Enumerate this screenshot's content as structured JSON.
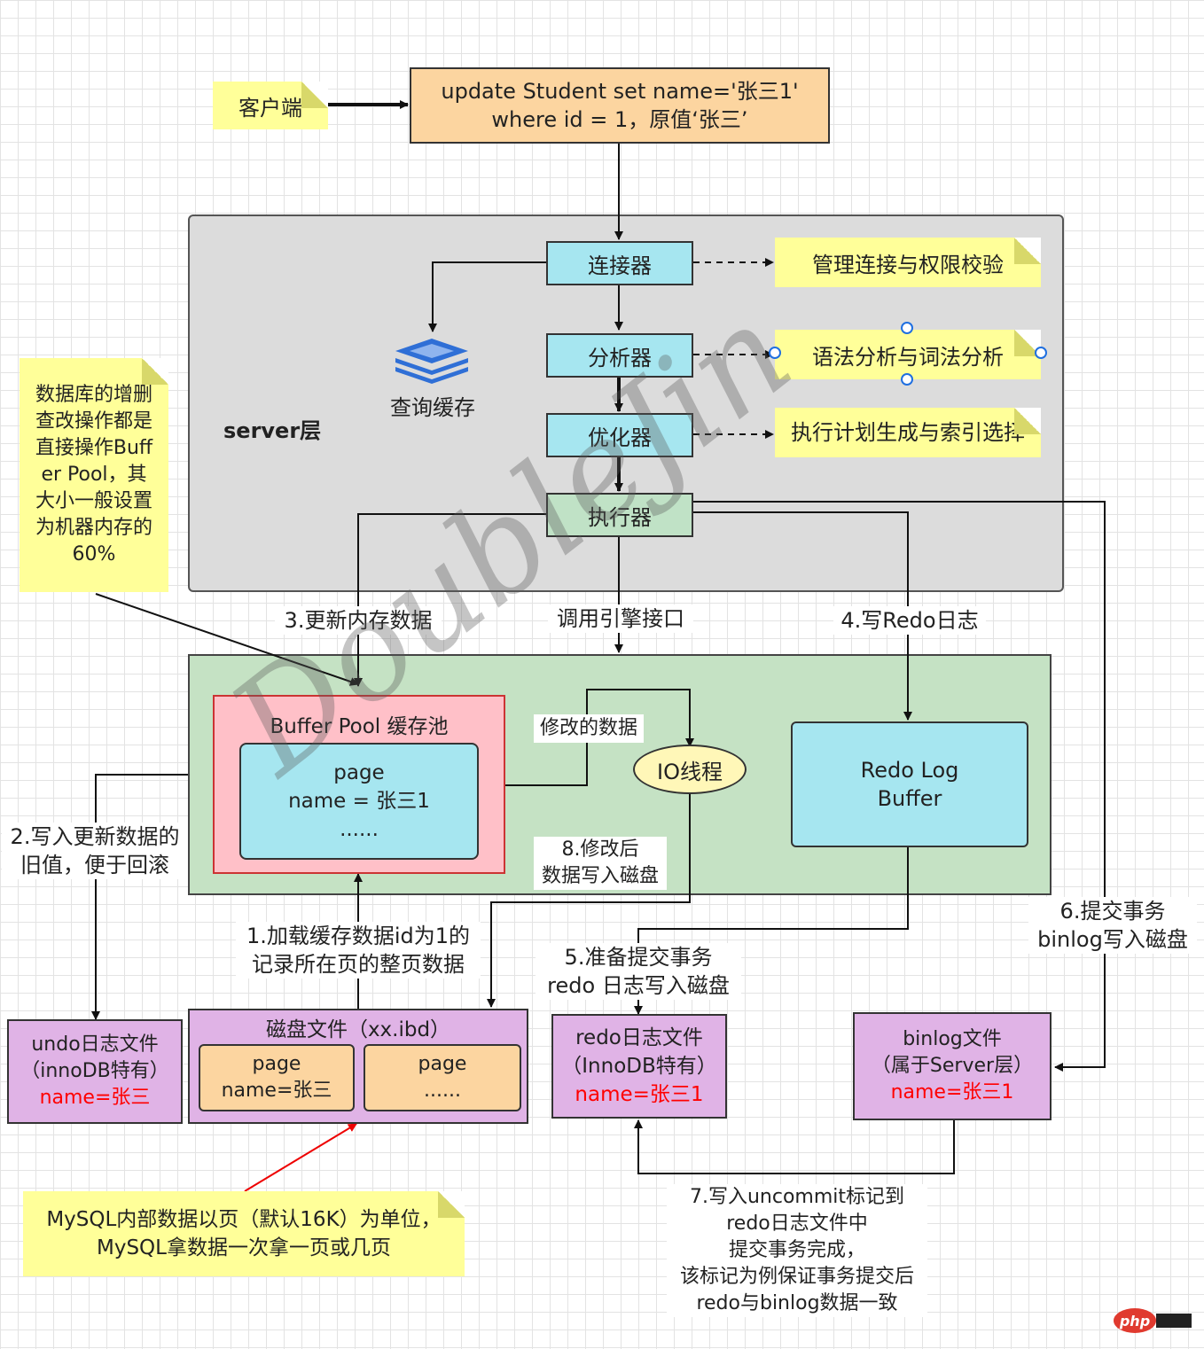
{
  "client": {
    "label": "客户端"
  },
  "sql": {
    "line1": "update Student set name='张三1'",
    "line2": "where id = 1，原值‘张三’"
  },
  "server": {
    "label": "server层",
    "connector": "连接器",
    "analyzer": "分析器",
    "optimizer": "优化器",
    "executor": "执行器",
    "query_cache": "查询缓存",
    "note_connector": "管理连接与权限校验",
    "note_analyzer": "语法分析与词法分析",
    "note_optimizer": "执行计划生成与索引选择"
  },
  "buffer_note": "数据库的增删查改操作都是直接操作Buffer Pool，其大小一般设置为机器内存的60%",
  "engine": {
    "buffer_pool_title": "Buffer Pool 缓存池",
    "page_line1": "page",
    "page_line2": "name = 张三1",
    "page_line3": "......",
    "modified_data": "修改的数据",
    "io_thread": "IO线程",
    "redo_log_buffer": "Redo Log Buffer"
  },
  "labels": {
    "step3": "3.更新内存数据",
    "call_engine": "调用引擎接口",
    "step4": "4.写Redo日志",
    "step2_line1": "2.写入更新数据的",
    "step2_line2": "旧值，便于回滚",
    "step8_line1": "8.修改后",
    "step8_line2": "数据写入磁盘",
    "step1_line1": "1.加载缓存数据id为1的",
    "step1_line2": "记录所在页的整页数据",
    "step5_line1": "5.准备提交事务",
    "step5_line2": "redo 日志写入磁盘",
    "step6_line1": "6.提交事务",
    "step6_line2": "binlog写入磁盘",
    "step7_lines": [
      "7.写入uncommit标记到",
      "redo日志文件中",
      "提交事务完成，",
      "该标记为例保证事务提交后",
      "redo与binlog数据一致"
    ]
  },
  "files": {
    "undo_line1": "undo日志文件",
    "undo_line2": "（innoDB特有）",
    "undo_line3": "name=张三",
    "disk_title": "磁盘文件（xx.ibd）",
    "disk_page1_line1": "page",
    "disk_page1_line2": "name=张三",
    "disk_page2_line1": "page",
    "disk_page2_line2": "......",
    "redo_line1": "redo日志文件",
    "redo_line2": "（InnoDB特有）",
    "redo_line3": "name=张三1",
    "binlog_line1": "binlog文件",
    "binlog_line2": "（属于Server层）",
    "binlog_line3": "name=张三1"
  },
  "mysql_note": "MySQL内部数据以页（默认16K）为单位，MySQL拿数据一次拿一页或几页",
  "watermark": "DoubleJin",
  "logo": "php"
}
